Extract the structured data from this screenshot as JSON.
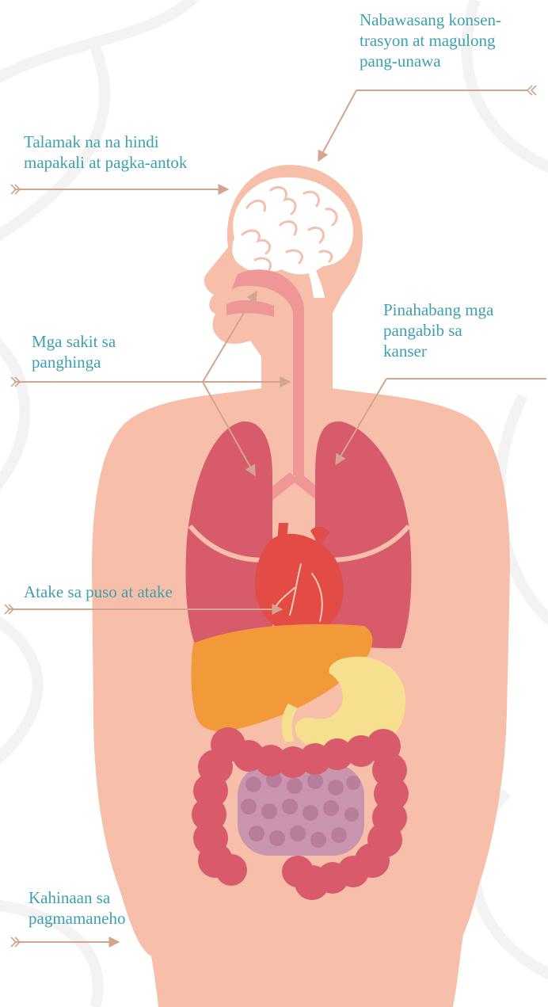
{
  "labels": {
    "concentration": {
      "line1": "Nabawasang konsen-",
      "line2": "trasyon at magulong",
      "line3": "pang-unawa"
    },
    "restlessness": {
      "line1": "Talamak na na hindi",
      "line2": "mapakali at pagka-antok"
    },
    "respiratory": {
      "line1": "Mga sakit sa",
      "line2": "panghinga"
    },
    "cancer": {
      "line1": "Pinahabang mga",
      "line2": "pangabib sa",
      "line3": "kanser"
    },
    "heart": {
      "line1": "Atake sa puso at atake"
    },
    "driving": {
      "line1": "Kahinaan sa",
      "line2": "pagmamaneho"
    }
  },
  "colors": {
    "text": "#3e9fb0",
    "arrow": "#d3a48e",
    "body": "#f7bfaa",
    "brain": "#ffffff",
    "airway": "#ee9796",
    "lungs": "#d85b6c",
    "heart": "#e24b46",
    "liver": "#f29a39",
    "stomach": "#f6df8e",
    "small_intestine": "#c994ae",
    "large_intestine": "#d85a6b"
  }
}
